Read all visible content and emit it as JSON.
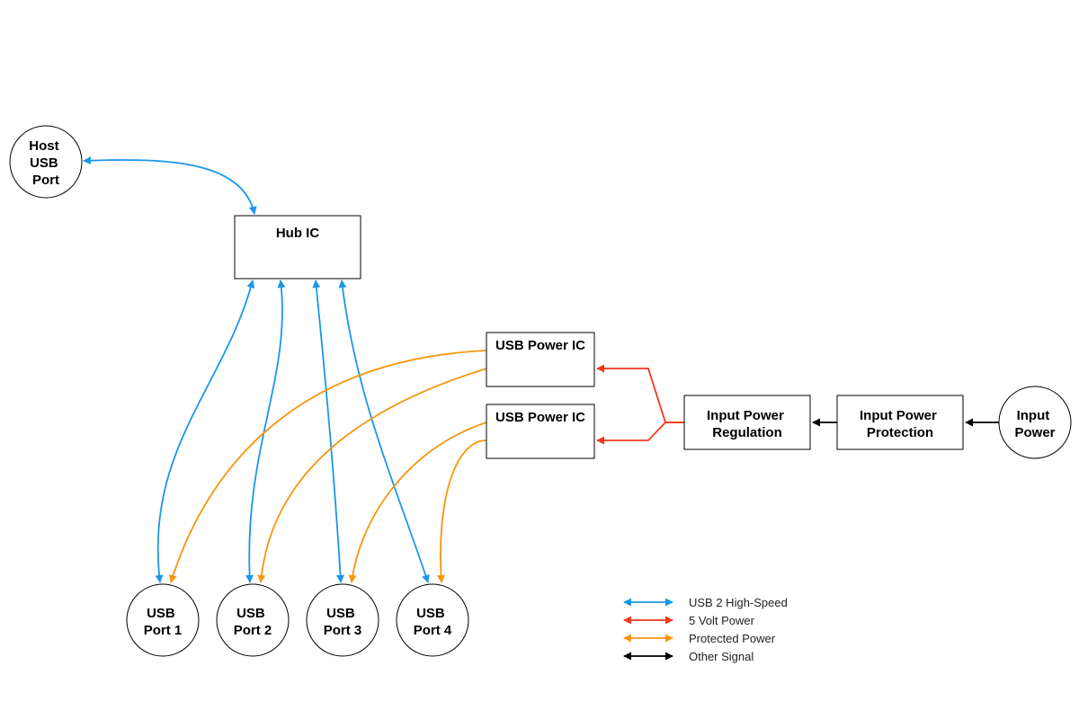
{
  "colors": {
    "usb": "#1a97e8",
    "power5v": "#f1381c",
    "protected": "#f7960f",
    "signal": "#000000"
  },
  "nodes": {
    "host_port": {
      "lines": [
        "Host",
        "USB",
        "Port"
      ]
    },
    "hub_ic": {
      "lines": [
        "Hub IC"
      ]
    },
    "usb_power_ic_1": {
      "lines": [
        "USB Power IC"
      ]
    },
    "usb_power_ic_2": {
      "lines": [
        "USB Power IC"
      ]
    },
    "input_power_regulation": {
      "lines": [
        "Input Power",
        "Regulation"
      ]
    },
    "input_power_protection": {
      "lines": [
        "Input Power",
        "Protection"
      ]
    },
    "input_power": {
      "lines": [
        "Input",
        "Power"
      ]
    },
    "usb_port_1": {
      "lines": [
        "USB",
        "Port 1"
      ]
    },
    "usb_port_2": {
      "lines": [
        "USB",
        "Port 2"
      ]
    },
    "usb_port_3": {
      "lines": [
        "USB",
        "Port 3"
      ]
    },
    "usb_port_4": {
      "lines": [
        "USB",
        "Port 4"
      ]
    }
  },
  "legend": [
    {
      "label": "USB 2 High-Speed",
      "color_key": "usb"
    },
    {
      "label": "5 Volt Power",
      "color_key": "power5v"
    },
    {
      "label": "Protected Power",
      "color_key": "protected"
    },
    {
      "label": "Other Signal",
      "color_key": "signal"
    }
  ]
}
